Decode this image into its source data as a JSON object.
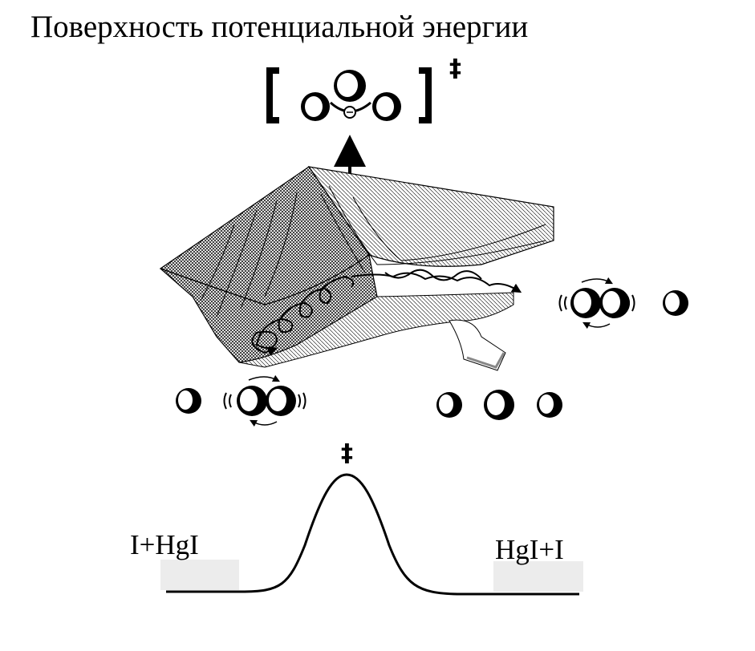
{
  "title": "Поверхность потенциальной энергии",
  "transition_state_marker": "‡",
  "profile_marker": "‡",
  "reactants_label": "I+HgI",
  "products_label": "HgI+I",
  "icons": {
    "transition_complex": "bracketed-triatomic-complex-icon",
    "atom": "half-shaded-atom-icon",
    "surface": "potential-energy-surface-mesh"
  },
  "colors": {
    "ink": "#000000",
    "shade": "#e6e6e6",
    "background": "#ffffff"
  }
}
